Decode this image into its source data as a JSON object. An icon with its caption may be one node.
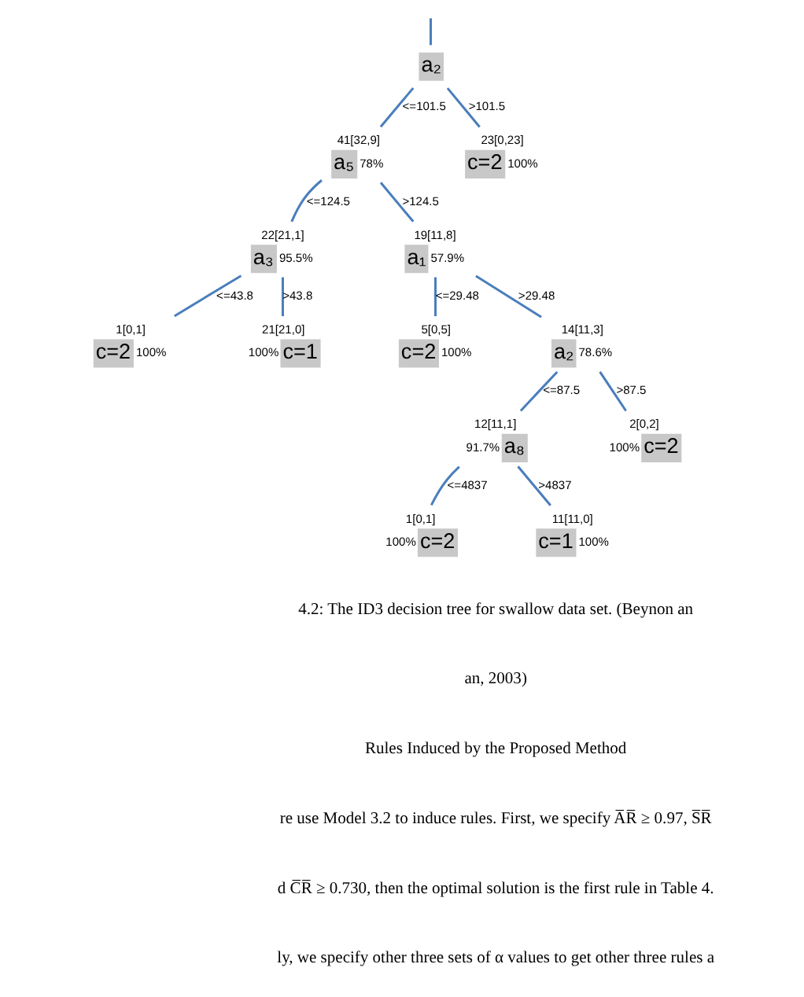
{
  "diagram": {
    "nodes": [
      {
        "text": [
          "a₂"
        ]
      },
      {
        "text": [
          "a₅"
        ],
        "beside": [
          "41[32,9]",
          "78%"
        ]
      },
      {
        "text": [
          "c=2"
        ],
        "beside": [
          "23[0,23]",
          "100%"
        ]
      },
      {
        "text": [
          "a₃"
        ],
        "beside": [
          "22[21,1]",
          "95.5%"
        ]
      },
      {
        "text": [
          "a₁"
        ],
        "beside": [
          "19[11,8]",
          "57.9%"
        ]
      },
      {
        "text": [
          "c=2"
        ],
        "beside": [
          "1[0,1]",
          "100%"
        ]
      },
      {
        "text": [
          "c=1"
        ],
        "beside": [
          "21[21,0]",
          "100%"
        ]
      },
      {
        "text": [
          "c=2"
        ],
        "beside": [
          "5[0,5]",
          "100%"
        ]
      },
      {
        "text": [
          "a₂"
        ],
        "beside": [
          "14[11,3]",
          "78.6%"
        ]
      },
      {
        "text": [
          "a₈"
        ],
        "beside": [
          "12[11,1]",
          "91.7%"
        ]
      },
      {
        "text": [
          "c=2"
        ],
        "beside": [
          "2[0,2]",
          "100%"
        ]
      },
      {
        "text": [
          "c=2"
        ],
        "beside": [
          "1[0,1]",
          "100%"
        ]
      },
      {
        "text": [
          "c=1"
        ],
        "beside": [
          "11[11,0]",
          "100%"
        ]
      }
    ],
    "edges": [
      {
        "from": null,
        "to": 0,
        "arrow": "none"
      },
      {
        "from": 0,
        "to": 1,
        "arrow": "none",
        "label": "<=101.5"
      },
      {
        "from": 0,
        "to": 2,
        "arrow": "none",
        "label": ">101.5"
      },
      {
        "from": 1,
        "to": 3,
        "arrow": "none",
        "label": "<=124.5"
      },
      {
        "from": 1,
        "to": 4,
        "arrow": "none",
        "label": ">124.5"
      },
      {
        "from": 3,
        "to": 5,
        "arrow": "none",
        "label": "<=43.8"
      },
      {
        "from": 3,
        "to": 6,
        "arrow": "none",
        "label": ">43.8"
      },
      {
        "from": 4,
        "to": 7,
        "arrow": "none",
        "label": "<=29.48"
      },
      {
        "from": 4,
        "to": 8,
        "arrow": "none",
        "label": ">29.48"
      },
      {
        "from": 8,
        "to": 9,
        "arrow": "none",
        "label": "<=87.5"
      },
      {
        "from": 8,
        "to": 10,
        "arrow": "none",
        "label": ">87.5"
      },
      {
        "from": 9,
        "to": 11,
        "arrow": "none",
        "label": "<=4837"
      },
      {
        "from": 9,
        "to": 12,
        "arrow": "none",
        "label": ">4837"
      }
    ],
    "labels": [
      "4.2: The ID3 decision tree for swallow data set. (Beynon an",
      "an, 2003)",
      "Rules Induced by the Proposed Method",
      "re use Model 3.2 to induce rules. First, we specify A̅R̅ ≥ 0.97, S̅R̅",
      "d C̅R̅ ≥ 0.730, then the optimal solution is the first rule in Table 4.",
      "ly, we specify other three sets of α values to get other three rules a"
    ]
  }
}
